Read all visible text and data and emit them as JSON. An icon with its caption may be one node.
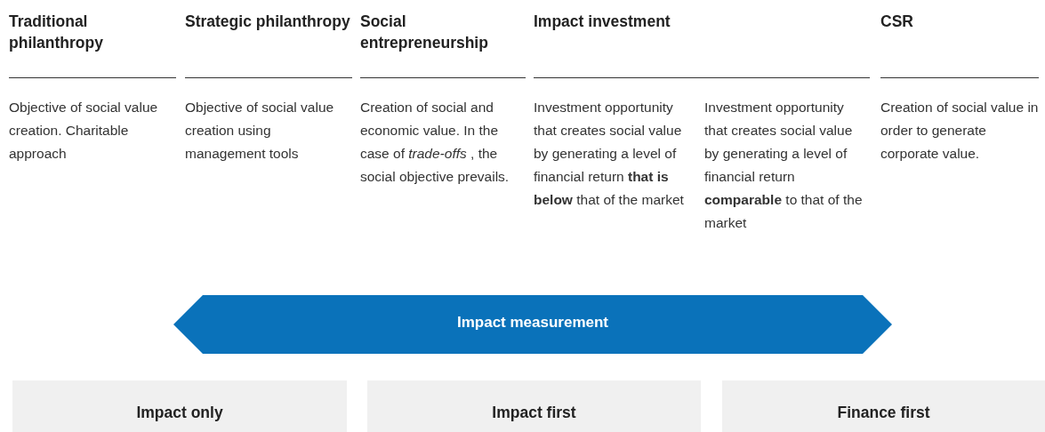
{
  "diagram": {
    "nodes": [
      {
        "text": [
          "Traditional philanthropy",
          "Objective of social value creation. Charitable approach"
        ]
      },
      {
        "text": [
          "Strategic philanthropy",
          "Objective of social value creation using management tools"
        ]
      },
      {
        "text": [
          "Social entrepreneurship",
          "Creation of social and economic value. In the case of *trade-offs* , the social objective prevails."
        ]
      },
      {
        "text": [
          "Impact investment",
          "Investment opportunity that creates social value by generating a level of financial return **that is below** that of the market",
          "Investment opportunity that creates social value by generating a level of financial return **comparable** to that of the market"
        ]
      },
      {
        "text": [
          "CSR",
          "Creation of social value in order to generate corporate value."
        ]
      },
      {
        "text": [
          "Impact measurement"
        ]
      },
      {
        "text": [
          "Impact only"
        ]
      },
      {
        "text": [
          "Impact first"
        ]
      },
      {
        "text": [
          "Finance first"
        ]
      }
    ],
    "edges": []
  }
}
